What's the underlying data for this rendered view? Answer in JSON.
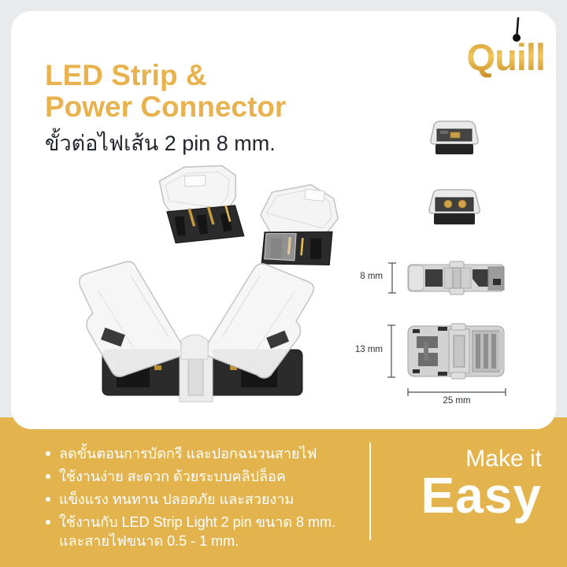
{
  "brand": {
    "name": "Quill"
  },
  "header": {
    "title_line1": "LED Strip &",
    "title_line2": "Power Connector",
    "subtitle": "ขั้วต่อไฟเส้น 2 pin 8 mm."
  },
  "diagram": {
    "width_small_label": "8 mm",
    "width_large_label": "13 mm",
    "length_label": "25 mm"
  },
  "features": {
    "items": [
      "ลดขั้นตอนการบัดกรี และปอกฉนวนสายไฟ",
      "ใช้งานง่าย สะดวก ด้วยระบบคลิปล็อค",
      "แข็งแรง ทนทาน ปลอดภัย และสวยงาม",
      "ใช้งานกับ LED Strip Light 2 pin ขนาด 8 mm."
    ],
    "item4_continuation": "และสายไฟขนาด 0.5 - 1 mm."
  },
  "tagline": {
    "line1": "Make it",
    "line2": "Easy"
  },
  "colors": {
    "gold_band": "#E3B44E",
    "gold_title": "#E8B24E",
    "text_dark": "#23272E",
    "text_white": "#FFFFFF",
    "bg_outer": "#E9EAEB"
  }
}
